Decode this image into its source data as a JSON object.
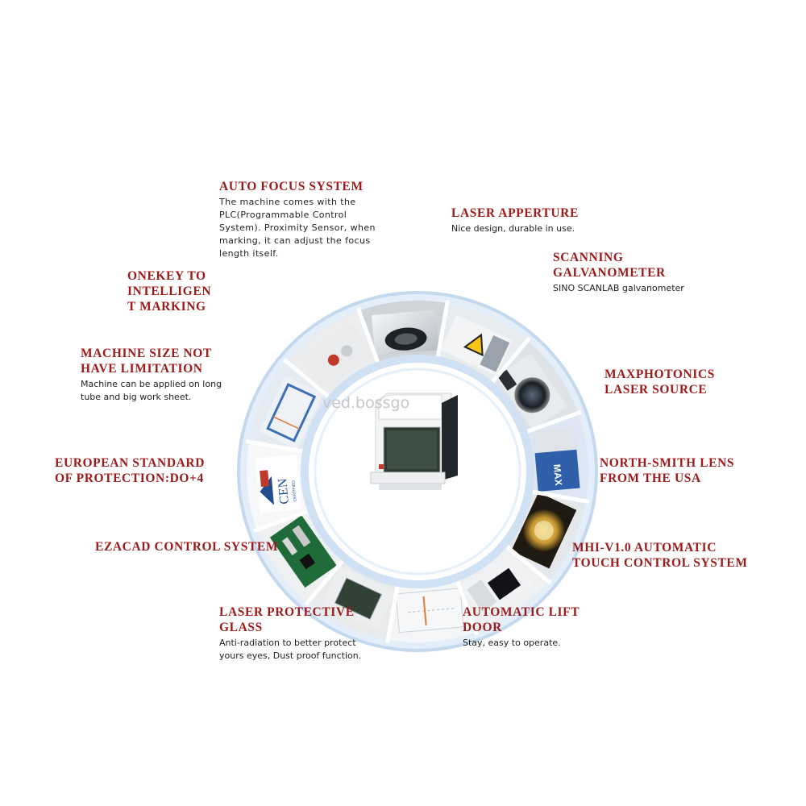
{
  "watermark": "ved.bossgo",
  "colors": {
    "title": "#9c1a1a",
    "ring": "#dbe9f6",
    "ring_border": "#b4cde6",
    "text": "#222222"
  },
  "features": [
    {
      "id": "auto-focus-system",
      "title": "AUTO FOCUS SYSTEM",
      "desc": "The machine comes with the\nPLC(Programmable Control\nSystem). Proximity Sensor, when\nmarking, it can adjust the focus\nlength itself."
    },
    {
      "id": "laser-apperture",
      "title": "LASER APPERTURE",
      "desc": "Nice design, durable in use."
    },
    {
      "id": "scanning-galvanometer",
      "title": "SCANNING\nGALVANOMETER",
      "desc": "SINO SCANLAB galvanometer"
    },
    {
      "id": "maxphotonics-laser-source",
      "title": "MAXPHOTONICS\nLASER SOURCE",
      "desc": ""
    },
    {
      "id": "north-smith-lens",
      "title": "NORTH-SMITH LENS\nFROM THE USA",
      "desc": ""
    },
    {
      "id": "mhi-touch-control",
      "title": "MHI-V1.0 AUTOMATIC\nTOUCH CONTROL SYSTEM",
      "desc": ""
    },
    {
      "id": "automatic-lift-door",
      "title": "AUTOMATIC LIFT\nDOOR",
      "desc": "Stay, easy to operate."
    },
    {
      "id": "laser-protective-glass",
      "title": "LASER PROTECTIVE\nGLASS",
      "desc": "Anti-radiation to better protect\nyours eyes, Dust proof function."
    },
    {
      "id": "ezacad-control-system",
      "title": "EZACAD CONTROL SYSTEM",
      "desc": ""
    },
    {
      "id": "european-standard",
      "title": "EUROPEAN STANDARD\nOF PROTECTION:DO+4",
      "desc": ""
    },
    {
      "id": "machine-size",
      "title": "MACHINE SIZE NOT\nHAVE LIMITATION",
      "desc": "Machine can be applied on long\ntube and big work sheet."
    },
    {
      "id": "onekey-marking",
      "title": "ONEKEY TO\nINTELLIGEN\nT MARKING",
      "desc": ""
    }
  ],
  "segments": [
    {
      "id": "auto-focus",
      "kind": "dark-cylinder"
    },
    {
      "id": "laser-aperture",
      "kind": "laser-warning"
    },
    {
      "id": "galvanometer",
      "kind": "lens-dark"
    },
    {
      "id": "laser-source",
      "kind": "blue-box"
    },
    {
      "id": "lens",
      "kind": "gold-lens"
    },
    {
      "id": "touch-control",
      "kind": "screen"
    },
    {
      "id": "lift-door",
      "kind": "white-panel"
    },
    {
      "id": "protective-glass",
      "kind": "green-window"
    },
    {
      "id": "control-card",
      "kind": "pcb"
    },
    {
      "id": "cen-certificate",
      "kind": "cen-logo"
    },
    {
      "id": "machine-size",
      "kind": "blue-frame"
    },
    {
      "id": "onekey",
      "kind": "red-button"
    }
  ],
  "cen_logo": {
    "text": "CEN",
    "subtitle": "CERTIFIED"
  },
  "laser_source_badge": "MAX"
}
